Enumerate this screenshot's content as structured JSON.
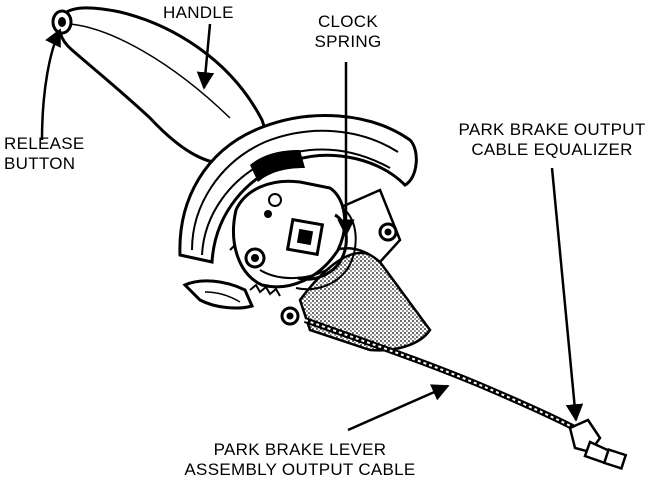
{
  "labels": {
    "handle": "HANDLE",
    "clock_spring": [
      "CLOCK",
      "SPRING"
    ],
    "release_button": [
      "RELEASE",
      "BUTTON"
    ],
    "park_brake_output_equalizer": [
      "PARK BRAKE OUTPUT",
      "CABLE EQUALIZER"
    ],
    "park_brake_lever_output_cable": [
      "PARK BRAKE LEVER",
      "ASSEMBLY OUTPUT CABLE"
    ]
  }
}
